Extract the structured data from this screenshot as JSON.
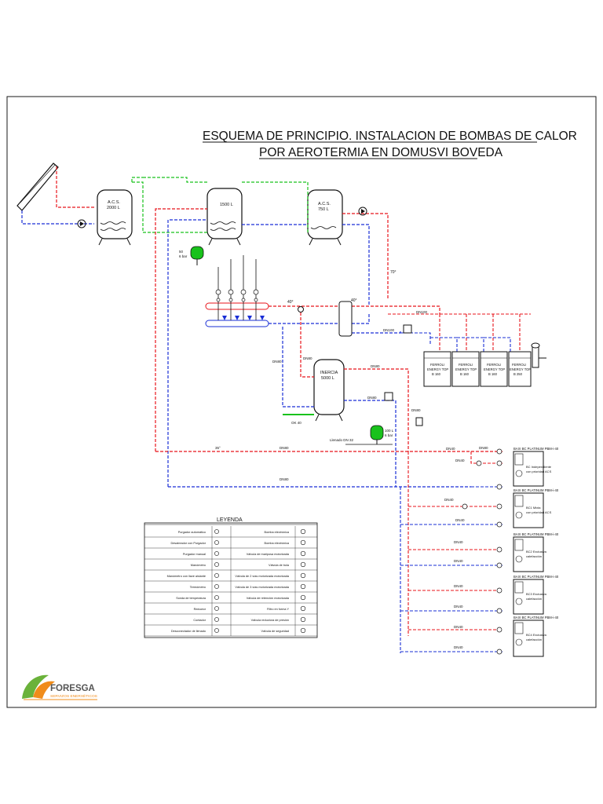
{
  "title": {
    "line1": "ESQUEMA DE PRINCIPIO. INSTALACION DE BOMBAS DE CALOR",
    "line2": "POR AEROTERMIA EN DOMUSVI BOVEDA"
  },
  "tanks": {
    "acs2000": {
      "name": "A.C.S.",
      "volume": "2000 L"
    },
    "tank1500": {
      "volume": "1500 L"
    },
    "acs750": {
      "name": "A.C.S.",
      "volume": "750 L"
    },
    "inercia": {
      "name": "INERCIA",
      "volume": "5000 L"
    }
  },
  "expansion_vessels": {
    "top": {
      "volume": "50",
      "pressure": "6 bar"
    },
    "bottom": {
      "volume": "100 L",
      "pressure": "6 bar"
    }
  },
  "labels": {
    "temp_40a": "40°",
    "temp_40b": "40°",
    "temp_70": "70°",
    "temp_35": "35°",
    "dn100a": "DN100",
    "dn100b": "DN100",
    "dn80a": "DN80",
    "dn80b": "DN80",
    "dn80c": "DN80",
    "dn80d": "DN80",
    "dn80e": "DN80",
    "dn80f": "DN80",
    "dn80g": "DN80",
    "dn80h": "DN80",
    "ok40": "OK\n40",
    "llenado": "Llenado DN 32"
  },
  "boilers": [
    {
      "brand": "FERROLI",
      "model": "ENERGY TOP",
      "size": "B 160"
    },
    {
      "brand": "FERROLI",
      "model": "ENERGY TOP",
      "size": "B 160"
    },
    {
      "brand": "FERROLI",
      "model": "ENERGY TOP",
      "size": "B 160"
    },
    {
      "brand": "FERROLI",
      "model": "ENERGY TOP",
      "size": "B 250"
    }
  ],
  "heat_pumps": [
    {
      "model": "BAXI BC PLATINUM PBM-i-40",
      "name": "BC Independiente",
      "use": "con prioridad ACS",
      "dn1": "DN40",
      "dn2": "DN40"
    },
    {
      "model": "BAXI BC PLATINUM PBM-i-40",
      "name": "BC1 Mixta",
      "use": "con prioridad ACS",
      "dn1": "DN40",
      "dn2": "DN40"
    },
    {
      "model": "BAXI BC PLATINUM PBM-i-40",
      "name": "BC2 Exclusiva",
      "use": "calefacción",
      "dn1": "DN40",
      "dn2": "DN40"
    },
    {
      "model": "BAXI BC PLATINUM PBM-i-40",
      "name": "BC3 Exclusiva",
      "use": "calefacción",
      "dn1": "DN40",
      "dn2": "DN40"
    },
    {
      "model": "BAXI BC PLATINUM PBM-i-40",
      "name": "BC4 Exclusiva",
      "use": "calefacción",
      "dn1": "DN40",
      "dn2": "DN40"
    }
  ],
  "legend": {
    "title": "LEYENDA",
    "rows": [
      {
        "left": "Purgador automático",
        "right": "Bomba electrónica"
      },
      {
        "left": "Desaireador con Purgador",
        "right": "Bomba electrónica"
      },
      {
        "left": "Purgador manual",
        "right": "Válvula de mariposa motorizada"
      },
      {
        "left": "Manómetro",
        "right": "Válvula de bola"
      },
      {
        "left": "Manómetro con llave aislante",
        "right": "Válvula de 2 vías motorizada motorizada"
      },
      {
        "left": "Termómetro",
        "right": "Válvula de 3 vías motorizada motorizada"
      },
      {
        "left": "Sonda de temperatura",
        "right": "Válvula de retención motorizada"
      },
      {
        "left": "Reductor",
        "right": "Filtro en forma Y"
      },
      {
        "left": "Contador",
        "right": "Válvula reductora de presión"
      },
      {
        "left": "Desconectador de llenado",
        "right": "Válvula de seguridad"
      }
    ]
  },
  "brand": {
    "name": "FORESGA",
    "tagline": "SERVIZOS ENERXÉTICOS"
  },
  "colors": {
    "hot": "#e8141b",
    "cold": "#1a2fd6",
    "solar": "#19c21c",
    "line": "#1a1a1a",
    "accent": "#f08c1a"
  }
}
